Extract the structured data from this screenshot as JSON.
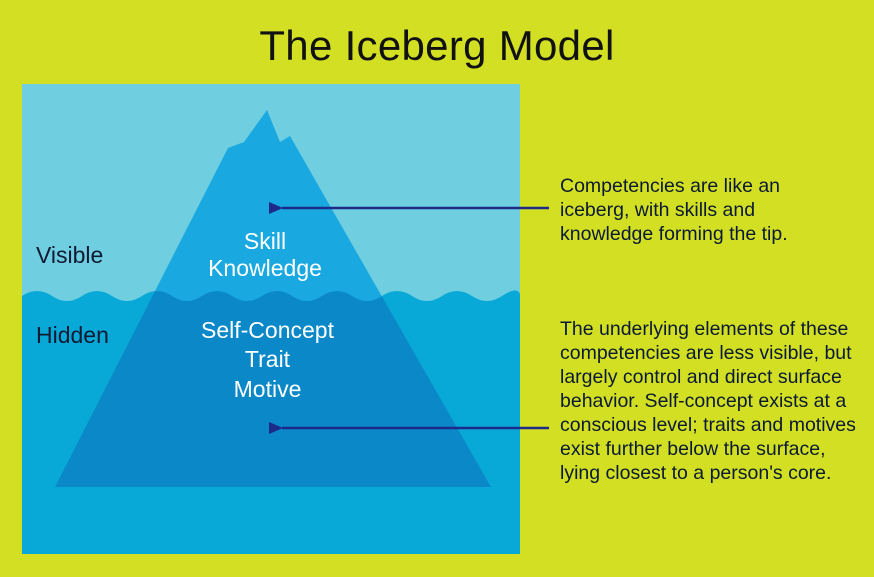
{
  "title": "The Iceberg Model",
  "zones": {
    "visible": "Visible",
    "hidden": "Hidden"
  },
  "iceberg": {
    "tip": [
      "Skill",
      "Knowledge"
    ],
    "base": [
      "Self-Concept",
      "Trait",
      "Motive"
    ]
  },
  "callouts": {
    "top": "Competencies are like an iceberg, with skills and knowledge forming the tip.",
    "bottom": "The underlying elements of these competencies are less visible, but largely control and direct surface behavior. Self-concept exists at a conscious level; traits and motives exist further below the surface, lying closest to a person's core."
  },
  "colors": {
    "background": "#d3df23",
    "sky": "#6fcee0",
    "water": "#08a9d7",
    "iceberg_above": "#19a9e0",
    "iceberg_below": "#0a88c8",
    "arrow": "#1d2a8a"
  }
}
